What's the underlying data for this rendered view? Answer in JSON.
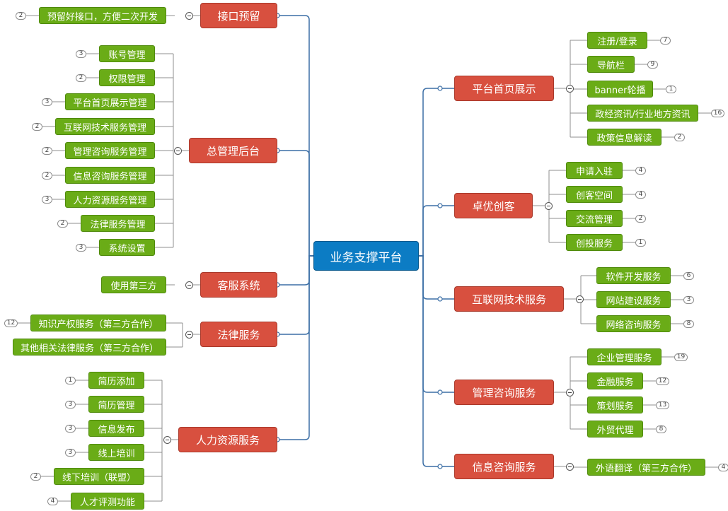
{
  "root": {
    "label": "业务支撑平台"
  },
  "left_topics": [
    {
      "label": "接口预留",
      "children": [
        {
          "label": "预留好接口，方便二次开发",
          "count": "2"
        }
      ]
    },
    {
      "label": "总管理后台",
      "children": [
        {
          "label": "账号管理",
          "count": "3"
        },
        {
          "label": "权限管理",
          "count": "2"
        },
        {
          "label": "平台首页展示管理",
          "count": "3"
        },
        {
          "label": "互联网技术服务管理",
          "count": "2"
        },
        {
          "label": "管理咨询服务管理",
          "count": "2"
        },
        {
          "label": "信息咨询服务管理",
          "count": "2"
        },
        {
          "label": "人力资源服务管理",
          "count": "3"
        },
        {
          "label": "法律服务管理",
          "count": "2"
        },
        {
          "label": "系统设置",
          "count": "3"
        }
      ]
    },
    {
      "label": "客服系统",
      "children": [
        {
          "label": "使用第三方",
          "count": ""
        }
      ]
    },
    {
      "label": "法律服务",
      "children": [
        {
          "label": "知识产权服务（第三方合作）",
          "count": "12"
        },
        {
          "label": "其他相关法律服务（第三方合作）",
          "count": ""
        }
      ]
    },
    {
      "label": "人力资源服务",
      "children": [
        {
          "label": "简历添加",
          "count": "1"
        },
        {
          "label": "简历管理",
          "count": "3"
        },
        {
          "label": "信息发布",
          "count": "3"
        },
        {
          "label": "线上培训",
          "count": "3"
        },
        {
          "label": "线下培训（联盟）",
          "count": "2"
        },
        {
          "label": "人才评测功能",
          "count": "4"
        }
      ]
    }
  ],
  "right_topics": [
    {
      "label": "平台首页展示",
      "children": [
        {
          "label": "注册/登录",
          "count": "7"
        },
        {
          "label": "导航栏",
          "count": "9"
        },
        {
          "label": "banner轮播",
          "count": "1"
        },
        {
          "label": "政经资讯/行业地方资讯",
          "count": "16"
        },
        {
          "label": "政策信息解读",
          "count": "2"
        }
      ]
    },
    {
      "label": "卓优创客",
      "children": [
        {
          "label": "申请入驻",
          "count": "4"
        },
        {
          "label": "创客空间",
          "count": "4"
        },
        {
          "label": "交流管理",
          "count": "2"
        },
        {
          "label": "创投服务",
          "count": "1"
        }
      ]
    },
    {
      "label": "互联网技术服务",
      "children": [
        {
          "label": "软件开发服务",
          "count": "6"
        },
        {
          "label": "网站建设服务",
          "count": "3"
        },
        {
          "label": "网络咨询服务",
          "count": "8"
        }
      ]
    },
    {
      "label": "管理咨询服务",
      "children": [
        {
          "label": "企业管理服务",
          "count": "19"
        },
        {
          "label": "金融服务",
          "count": "12"
        },
        {
          "label": "策划服务",
          "count": "13"
        },
        {
          "label": "外贸代理",
          "count": "8"
        }
      ]
    },
    {
      "label": "信息咨询服务",
      "children": [
        {
          "label": "外语翻译（第三方合作）",
          "count": "4"
        }
      ]
    }
  ],
  "colors": {
    "root": "#0c7cc4",
    "topic": "#d8503f",
    "leaf": "#6aac17",
    "line": "#3b6ea5",
    "leaf_line": "#8f8f8f"
  }
}
